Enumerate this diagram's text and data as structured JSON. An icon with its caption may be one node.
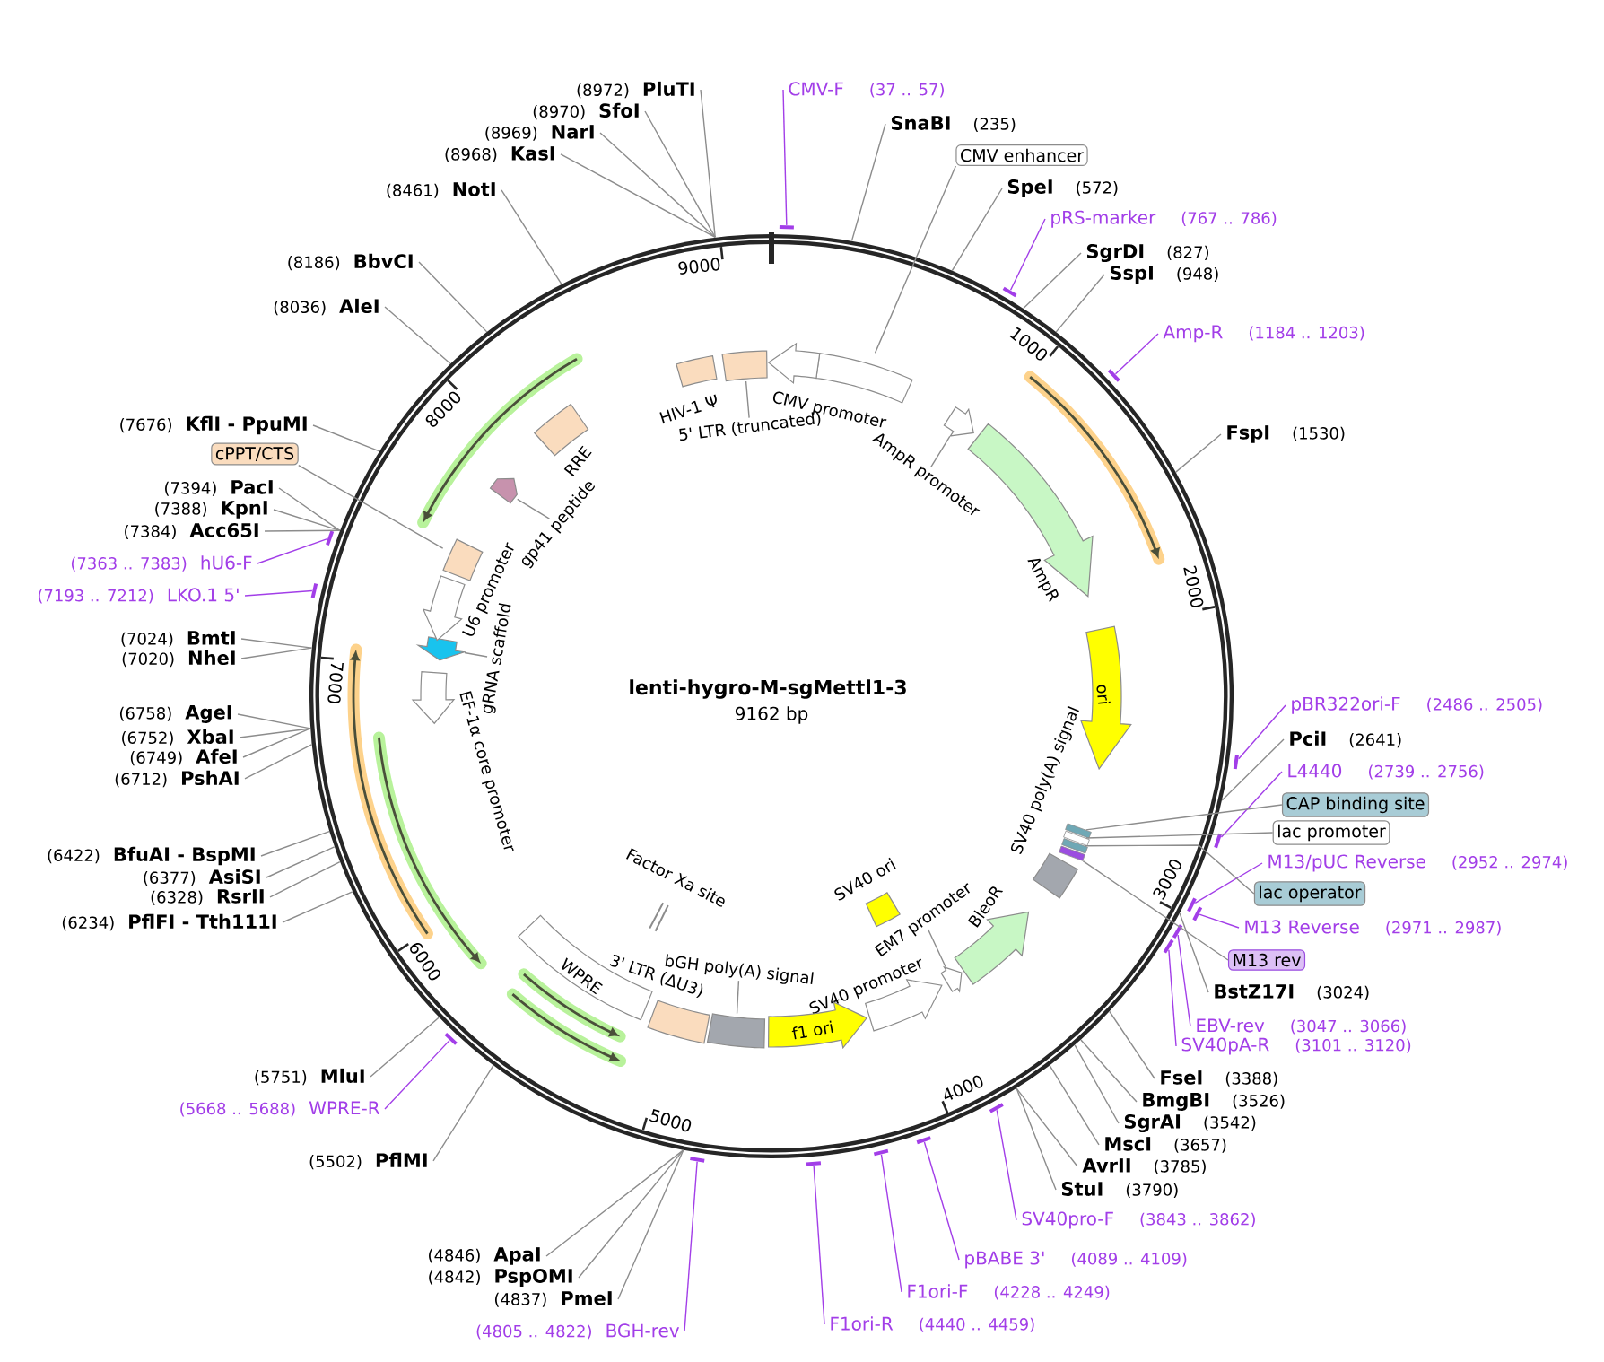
{
  "diagram": {
    "title": "lenti-hygro-M-sgMettl1-3",
    "nodes": [
      {
        "text": [
          "(8972)",
          "PluTI"
        ]
      },
      {
        "text": [
          "(8970)",
          "SfoI"
        ]
      },
      {
        "text": [
          "(8969)",
          "NarI"
        ]
      },
      {
        "text": [
          "(8968)",
          "KasI"
        ]
      },
      {
        "text": [
          "(8461)",
          "NotI"
        ]
      },
      {
        "text": [
          "(8186)",
          "BbvCI"
        ]
      },
      {
        "text": [
          "(8036)",
          "AleI"
        ]
      },
      {
        "text": [
          "(7676)",
          "KflI - PpuMI"
        ]
      },
      {
        "text": [
          "cPPT/CTS"
        ]
      },
      {
        "text": [
          "(7394)",
          "PacI"
        ]
      },
      {
        "text": [
          "(7388)",
          "KpnI"
        ]
      },
      {
        "text": [
          "(7384)",
          "Acc65I"
        ]
      },
      {
        "text": [
          "(7363 .. 7383)",
          "hU6-F"
        ]
      },
      {
        "text": [
          "(7193 .. 7212)",
          "LKO.1 5'"
        ]
      },
      {
        "text": [
          "(7024)",
          "BmtI"
        ]
      },
      {
        "text": [
          "(7020)",
          "NheI"
        ]
      },
      {
        "text": [
          "(6758)",
          "AgeI"
        ]
      },
      {
        "text": [
          "(6752)",
          "XbaI"
        ]
      },
      {
        "text": [
          "(6749)",
          "AfeI"
        ]
      },
      {
        "text": [
          "(6712)",
          "PshAI"
        ]
      },
      {
        "text": [
          "(6422)",
          "BfuAI - BspMI"
        ]
      },
      {
        "text": [
          "(6377)",
          "AsiSI"
        ]
      },
      {
        "text": [
          "(6328)",
          "RsrII"
        ]
      },
      {
        "text": [
          "(6234)",
          "PflFI - Tth111I"
        ]
      },
      {
        "text": [
          "(5751)",
          "MluI"
        ]
      },
      {
        "text": [
          "(5668 .. 5688)",
          "WPRE-R"
        ]
      },
      {
        "text": [
          "(5502)",
          "PflMI"
        ]
      },
      {
        "text": [
          "(4846)",
          "ApaI"
        ]
      },
      {
        "text": [
          "(4842)",
          "PspOMI"
        ]
      },
      {
        "text": [
          "(4837)",
          "PmeI"
        ]
      },
      {
        "text": [
          "(4805 .. 4822)",
          "BGH-rev"
        ]
      },
      {
        "text": [
          "CMV-F",
          "(37 .. 57)"
        ]
      },
      {
        "text": [
          "SnaBI",
          "(235)"
        ]
      },
      {
        "text": [
          "CMV enhancer"
        ]
      },
      {
        "text": [
          "SpeI",
          "(572)"
        ]
      },
      {
        "text": [
          "pRS-marker",
          "(767 .. 786)"
        ]
      },
      {
        "text": [
          "SgrDI",
          "(827)"
        ]
      },
      {
        "text": [
          "SspI",
          "(948)"
        ]
      },
      {
        "text": [
          "Amp-R",
          "(1184 .. 1203)"
        ]
      },
      {
        "text": [
          "FspI",
          "(1530)"
        ]
      },
      {
        "text": [
          "pBR322ori-F",
          "(2486 .. 2505)"
        ]
      },
      {
        "text": [
          "PciI",
          "(2641)"
        ]
      },
      {
        "text": [
          "L4440",
          "(2739 .. 2756)"
        ]
      },
      {
        "text": [
          "CAP binding site"
        ]
      },
      {
        "text": [
          "lac promoter"
        ]
      },
      {
        "text": [
          "M13/pUC Reverse",
          "(2952 .. 2974)"
        ]
      },
      {
        "text": [
          "lac operator"
        ]
      },
      {
        "text": [
          "M13 Reverse",
          "(2971 .. 2987)"
        ]
      },
      {
        "text": [
          "M13 rev"
        ]
      },
      {
        "text": [
          "BstZ17I",
          "(3024)"
        ]
      },
      {
        "text": [
          "EBV-rev",
          "(3047 .. 3066)"
        ]
      },
      {
        "text": [
          "SV40pA-R",
          "(3101 .. 3120)"
        ]
      },
      {
        "text": [
          "FseI",
          "(3388)"
        ]
      },
      {
        "text": [
          "BmgBI",
          "(3526)"
        ]
      },
      {
        "text": [
          "SgrAI",
          "(3542)"
        ]
      },
      {
        "text": [
          "MscI",
          "(3657)"
        ]
      },
      {
        "text": [
          "AvrII",
          "(3785)"
        ]
      },
      {
        "text": [
          "StuI",
          "(3790)"
        ]
      },
      {
        "text": [
          "SV40pro-F",
          "(3843 .. 3862)"
        ]
      },
      {
        "text": [
          "pBABE 3'",
          "(4089 .. 4109)"
        ]
      },
      {
        "text": [
          "F1ori-F",
          "(4228 .. 4249)"
        ]
      },
      {
        "text": [
          "F1ori-R",
          "(4440 .. 4459)"
        ]
      },
      {
        "text": [],
        "shape": "circle"
      },
      {
        "text": [],
        "shape": "box",
        "in": 62
      },
      {
        "text": [
          "CMV promoter"
        ],
        "in": 62
      },
      {
        "text": [],
        "shape": "box",
        "in": 62
      },
      {
        "text": [
          "5' LTR (truncated)"
        ],
        "in": 62
      },
      {
        "text": [
          "HIV-1 Ψ"
        ],
        "in": 62
      },
      {
        "text": [],
        "shape": "pentagon",
        "in": 62
      },
      {
        "text": [
          "AmpR promoter"
        ],
        "in": 62
      },
      {
        "text": [
          "AmpR"
        ],
        "in": 62
      },
      {
        "text": [
          "ori"
        ],
        "in": 62
      },
      {
        "text": [],
        "shape": "bar",
        "in": 62
      },
      {
        "text": [],
        "shape": "bar",
        "in": 62
      },
      {
        "text": [],
        "shape": "bar",
        "in": 62
      },
      {
        "text": [],
        "shape": "bar",
        "in": 62
      },
      {
        "text": [
          "SV40 poly(A) signal"
        ],
        "in": 62
      },
      {
        "text": [
          "BleoR"
        ],
        "in": 62
      },
      {
        "text": [],
        "shape": "pentagon",
        "in": 62
      },
      {
        "text": [
          "EM7 promoter"
        ],
        "in": 62
      },
      {
        "text": [
          "SV40 ori"
        ],
        "in": 62
      },
      {
        "text": [
          "SV40 promoter"
        ],
        "in": 62
      },
      {
        "text": [
          "f1 ori"
        ],
        "in": 62
      },
      {
        "text": [],
        "shape": "box",
        "in": 62
      },
      {
        "text": [
          "bGH poly(A) signal"
        ],
        "in": 62
      },
      {
        "text": [
          "3' LTR (ΔU3)"
        ],
        "in": 62
      },
      {
        "text": [
          "WPRE"
        ],
        "in": 62
      },
      {
        "text": [
          "Factor Xa site"
        ],
        "in": 62
      },
      {
        "text": [
          "EF-1α core promoter"
        ],
        "in": 62
      },
      {
        "text": [],
        "shape": "pentagon",
        "in": 62
      },
      {
        "text": [
          "gRNA scaffold"
        ],
        "in": 62
      },
      {
        "text": [
          "U6 promoter"
        ],
        "in": 62
      },
      {
        "text": [],
        "shape": "box",
        "in": 62
      },
      {
        "text": [],
        "shape": "pentagon",
        "in": 62
      },
      {
        "text": [
          "gp41 peptide"
        ],
        "in": 62
      },
      {
        "text": [
          "RRE"
        ],
        "in": 62
      },
      {
        "text": [],
        "shape": "bar"
      },
      {
        "text": [],
        "shape": "bar"
      },
      {
        "text": [],
        "shape": "bar"
      },
      {
        "text": [],
        "shape": "bar"
      },
      {
        "text": [],
        "shape": "bar"
      },
      {
        "text": [],
        "shape": "bar"
      },
      {
        "text": [],
        "shape": "bar"
      },
      {
        "text": [],
        "shape": "bar"
      },
      {
        "text": [],
        "shape": "bar"
      },
      {
        "text": [],
        "shape": "bar"
      },
      {
        "text": [],
        "shape": "bar"
      },
      {
        "text": [],
        "shape": "bar"
      },
      {
        "text": [],
        "shape": "bar"
      },
      {
        "text": [],
        "shape": "bar"
      },
      {
        "text": [],
        "shape": "bar"
      },
      {
        "text": [],
        "shape": "bar"
      },
      {
        "text": [],
        "shape": "bar"
      }
    ],
    "edges": [
      {
        "from": 0,
        "to": 62,
        "arrow": "none"
      },
      {
        "from": 1,
        "to": 62,
        "arrow": "none"
      },
      {
        "from": 2,
        "to": 62,
        "arrow": "none"
      },
      {
        "from": 3,
        "to": 62,
        "arrow": "none"
      },
      {
        "from": 4,
        "to": 62,
        "arrow": "none"
      },
      {
        "from": 5,
        "to": 62,
        "arrow": "none"
      },
      {
        "from": 6,
        "to": 62,
        "arrow": "none"
      },
      {
        "from": 7,
        "to": 62,
        "arrow": "none"
      },
      {
        "from": 8,
        "to": 92,
        "arrow": "none"
      },
      {
        "from": 9,
        "to": 62,
        "arrow": "none"
      },
      {
        "from": 10,
        "to": 62,
        "arrow": "none"
      },
      {
        "from": 11,
        "to": 62,
        "arrow": "none"
      },
      {
        "from": 12,
        "to": 99,
        "arrow": "none",
        "color": "#a23ee8"
      },
      {
        "from": 13,
        "to": 100,
        "arrow": "none",
        "color": "#a23ee8"
      },
      {
        "from": 14,
        "to": 62,
        "arrow": "none"
      },
      {
        "from": 15,
        "to": 62,
        "arrow": "none"
      },
      {
        "from": 16,
        "to": 62,
        "arrow": "none"
      },
      {
        "from": 17,
        "to": 62,
        "arrow": "none"
      },
      {
        "from": 18,
        "to": 62,
        "arrow": "none"
      },
      {
        "from": 19,
        "to": 62,
        "arrow": "none"
      },
      {
        "from": 20,
        "to": 62,
        "arrow": "none"
      },
      {
        "from": 21,
        "to": 62,
        "arrow": "none"
      },
      {
        "from": 22,
        "to": 62,
        "arrow": "none"
      },
      {
        "from": 23,
        "to": 62,
        "arrow": "none"
      },
      {
        "from": 24,
        "to": 62,
        "arrow": "none"
      },
      {
        "from": 25,
        "to": 107,
        "arrow": "none",
        "color": "#a23ee8"
      },
      {
        "from": 26,
        "to": 62,
        "arrow": "none"
      },
      {
        "from": 27,
        "to": 62,
        "arrow": "none"
      },
      {
        "from": 28,
        "to": 62,
        "arrow": "none"
      },
      {
        "from": 29,
        "to": 62,
        "arrow": "none"
      },
      {
        "from": 30,
        "to": 111,
        "arrow": "none",
        "color": "#a23ee8"
      },
      {
        "from": 31,
        "to": 96,
        "arrow": "none",
        "color": "#a23ee8"
      },
      {
        "from": 32,
        "to": 62,
        "arrow": "none"
      },
      {
        "from": 33,
        "to": 63,
        "arrow": "none"
      },
      {
        "from": 34,
        "to": 62,
        "arrow": "none"
      },
      {
        "from": 35,
        "to": 97,
        "arrow": "none",
        "color": "#a23ee8"
      },
      {
        "from": 36,
        "to": 62,
        "arrow": "none"
      },
      {
        "from": 37,
        "to": 62,
        "arrow": "none"
      },
      {
        "from": 38,
        "to": 98,
        "arrow": "none",
        "color": "#a23ee8"
      },
      {
        "from": 39,
        "to": 62,
        "arrow": "none"
      },
      {
        "from": 40,
        "to": 101,
        "arrow": "none",
        "color": "#a23ee8"
      },
      {
        "from": 41,
        "to": 62,
        "arrow": "none"
      },
      {
        "from": 42,
        "to": 102,
        "arrow": "none",
        "color": "#a23ee8"
      },
      {
        "from": 43,
        "to": 72,
        "arrow": "none"
      },
      {
        "from": 44,
        "to": 73,
        "arrow": "none"
      },
      {
        "from": 45,
        "to": 103,
        "arrow": "none",
        "color": "#a23ee8"
      },
      {
        "from": 46,
        "to": 74,
        "arrow": "none"
      },
      {
        "from": 47,
        "to": 104,
        "arrow": "none",
        "color": "#a23ee8"
      },
      {
        "from": 48,
        "to": 75,
        "arrow": "none"
      },
      {
        "from": 49,
        "to": 62,
        "arrow": "none"
      },
      {
        "from": 50,
        "to": 105,
        "arrow": "none",
        "color": "#a23ee8"
      },
      {
        "from": 51,
        "to": 106,
        "arrow": "none",
        "color": "#a23ee8"
      },
      {
        "from": 52,
        "to": 62,
        "arrow": "none"
      },
      {
        "from": 53,
        "to": 62,
        "arrow": "none"
      },
      {
        "from": 54,
        "to": 62,
        "arrow": "none"
      },
      {
        "from": 55,
        "to": 62,
        "arrow": "none"
      },
      {
        "from": 56,
        "to": 62,
        "arrow": "none"
      },
      {
        "from": 57,
        "to": 62,
        "arrow": "none"
      },
      {
        "from": 58,
        "to": 108,
        "arrow": "none",
        "color": "#a23ee8"
      },
      {
        "from": 59,
        "to": 109,
        "arrow": "none",
        "color": "#a23ee8"
      },
      {
        "from": 60,
        "to": 110,
        "arrow": "none",
        "color": "#a23ee8"
      },
      {
        "from": 61,
        "to": 112,
        "arrow": "none",
        "color": "#a23ee8"
      },
      {
        "from": 66,
        "to": 65,
        "arrow": "none"
      },
      {
        "from": 69,
        "to": 68,
        "arrow": "none"
      },
      {
        "from": 79,
        "to": 78,
        "arrow": "none"
      },
      {
        "from": 84,
        "to": 83,
        "arrow": "none"
      },
      {
        "from": 90,
        "to": 89,
        "arrow": "none"
      },
      {
        "from": 94,
        "to": 93,
        "arrow": "none"
      }
    ],
    "labels": [
      "9162 bp",
      "1000",
      "2000",
      "3000",
      "4000",
      "5000",
      "6000",
      "7000",
      "8000",
      "9000"
    ]
  }
}
